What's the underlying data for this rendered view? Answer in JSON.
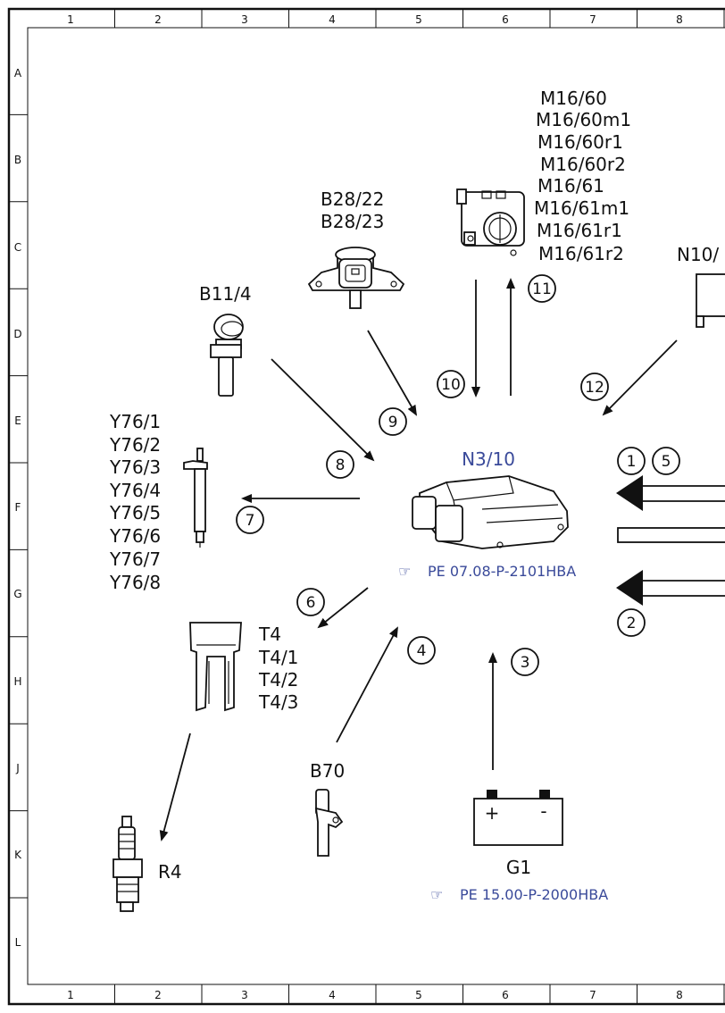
{
  "grid": {
    "columns": [
      "1",
      "2",
      "3",
      "4",
      "5",
      "6",
      "7",
      "8"
    ],
    "rows": [
      "A",
      "B",
      "C",
      "D",
      "E",
      "F",
      "G",
      "H",
      "J",
      "K",
      "L"
    ]
  },
  "components": {
    "m16": [
      "M16/60",
      "M16/60m1",
      "M16/60r1",
      "M16/60r2",
      "M16/61",
      "M16/61m1",
      "M16/61r1",
      "M16/61r2"
    ],
    "b28": [
      "B28/22",
      "B28/23"
    ],
    "b11": "B11/4",
    "n10": "N10/",
    "y76": [
      "Y76/1",
      "Y76/2",
      "Y76/3",
      "Y76/4",
      "Y76/5",
      "Y76/6",
      "Y76/7",
      "Y76/8"
    ],
    "n3": "N3/10",
    "n3_ref": "PE 07.08-P-2101HBA",
    "t4": [
      "T4",
      "T4/1",
      "T4/2",
      "T4/3"
    ],
    "b70": "B70",
    "r4": "R4",
    "g1": "G1",
    "g1_ref": "PE 15.00-P-2000HBA",
    "battery_plus": "+",
    "battery_minus": "-"
  },
  "arrows": {
    "a1": "1",
    "a2": "2",
    "a3": "3",
    "a4": "4",
    "a5": "5",
    "a6": "6",
    "a7": "7",
    "a8": "8",
    "a9": "9",
    "a10": "10",
    "a11": "11",
    "a12": "12"
  },
  "icons": {
    "reference": "pointing-hand-icon"
  }
}
